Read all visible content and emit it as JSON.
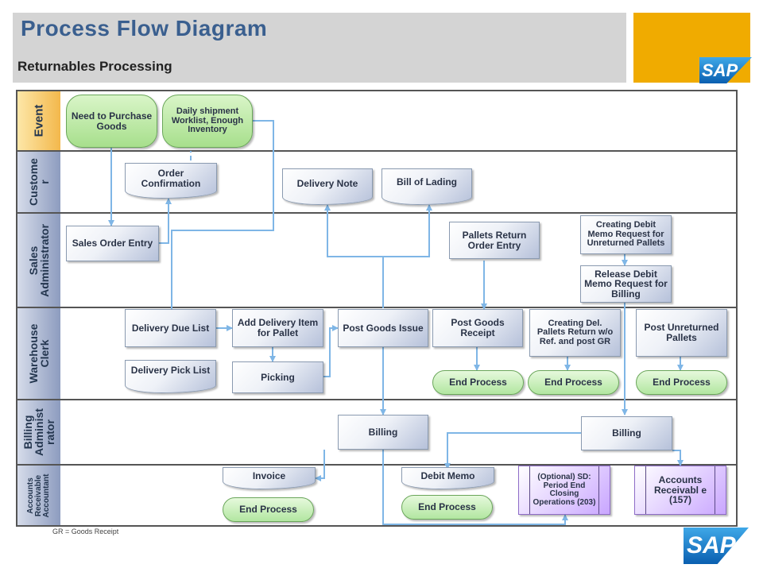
{
  "header": {
    "title": "Process Flow Diagram",
    "subtitle": "Returnables Processing",
    "brand": "SAP"
  },
  "lanes": {
    "event": "Event",
    "customer": "Custome\nr",
    "sales": "Sales\nAdministrator",
    "warehouse": "Warehouse\nClerk",
    "billing": "Billing\nAdminist\nrator",
    "ar": "Accounts\nReceivable\nAccountant"
  },
  "nodes": {
    "need_to_purchase": "Need to Purchase Goods",
    "daily_shipment": "Daily shipment Worklist, Enough Inventory",
    "order_confirmation": "Order Confirmation",
    "delivery_note": "Delivery Note",
    "bill_of_lading": "Bill of Lading",
    "sales_order_entry": "Sales Order Entry",
    "pallets_return_order": "Pallets Return Order Entry",
    "creating_debit_memo_req": "Creating Debit Memo Request for Unreturned Pallets",
    "release_debit_memo": "Release Debit Memo Request for Billing",
    "delivery_due_list": "Delivery Due List",
    "add_delivery_item": "Add Delivery Item for Pallet",
    "post_goods_issue": "Post Goods Issue",
    "post_goods_receipt": "Post Goods Receipt",
    "creating_del_pallets": "Creating Del. Pallets Return w/o Ref. and post GR",
    "post_unreturned": "Post Unreturned Pallets",
    "delivery_pick_list": "Delivery Pick List",
    "picking": "Picking",
    "end_process_1": "End Process",
    "end_process_2": "End Process",
    "end_process_3": "End Process",
    "billing_1": "Billing",
    "billing_2": "Billing",
    "invoice": "Invoice",
    "debit_memo": "Debit Memo",
    "optional_period_end": "(Optional) SD: Period End Closing Operations (203)",
    "accounts_receivable": "Accounts Receivabl e (157)",
    "end_process_4": "End Process",
    "end_process_5": "End Process"
  },
  "footnote": "GR = Goods Receipt",
  "colors": {
    "header_title": "#3a5f8f",
    "brand_block": "#f0ab00",
    "event_lane": "#f3b84c",
    "lane_label": "#8d9cbf",
    "event_shape": "#a7df8c",
    "connector": "#7fb6e6",
    "accent_purple": "#c9a6ff"
  }
}
